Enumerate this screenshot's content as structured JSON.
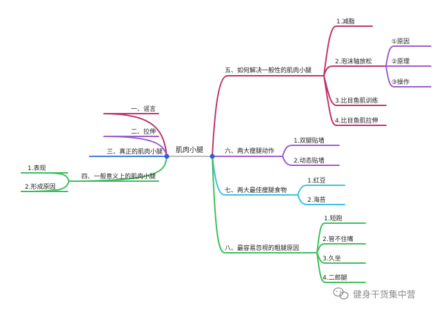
{
  "center": {
    "label": "肌肉小腿"
  },
  "colors": {
    "magenta": "#c0306a",
    "purple": "#9b59d0",
    "blue": "#3a78d8",
    "green": "#3bbf5a",
    "cyan": "#3bbfe0",
    "center_line": "#bbbbbb",
    "node": "#2a5fd0"
  },
  "branches": {
    "rumor": "一、谣言",
    "stretch": "二、拉伸",
    "real": "三、真正的肌肉小腿",
    "general": "四、一般意义上的肌肉小腿",
    "solve": "五、如何解决一般性的肌肉小腿",
    "moves": "六、两大瘦腿动作",
    "foods": "七、两大最佳瘦腿食物",
    "causes": "八、最容易忽视的粗腿原因"
  },
  "general_children": [
    "1.表现",
    "2.形成原因"
  ],
  "solve_children": {
    "fat": "1.减脂",
    "foam": "2.泡沫轴放松",
    "foam_sub": [
      "①原因",
      "②原理",
      "③操作"
    ],
    "flounder_train": "3.比目鱼肌训练",
    "flounder_stretch": "4.比目鱼肌拉伸"
  },
  "moves_children": [
    "1.双腿贴墙",
    "2.动态贴墙"
  ],
  "foods_children": [
    "1.红豆",
    "2.海苔"
  ],
  "causes_children": [
    "1.短跑",
    "2.管不住嘴",
    "3.久坐",
    "4.二郎腿"
  ],
  "watermark": {
    "text": "健身干货集中营",
    "icon": "wechat-icon"
  }
}
